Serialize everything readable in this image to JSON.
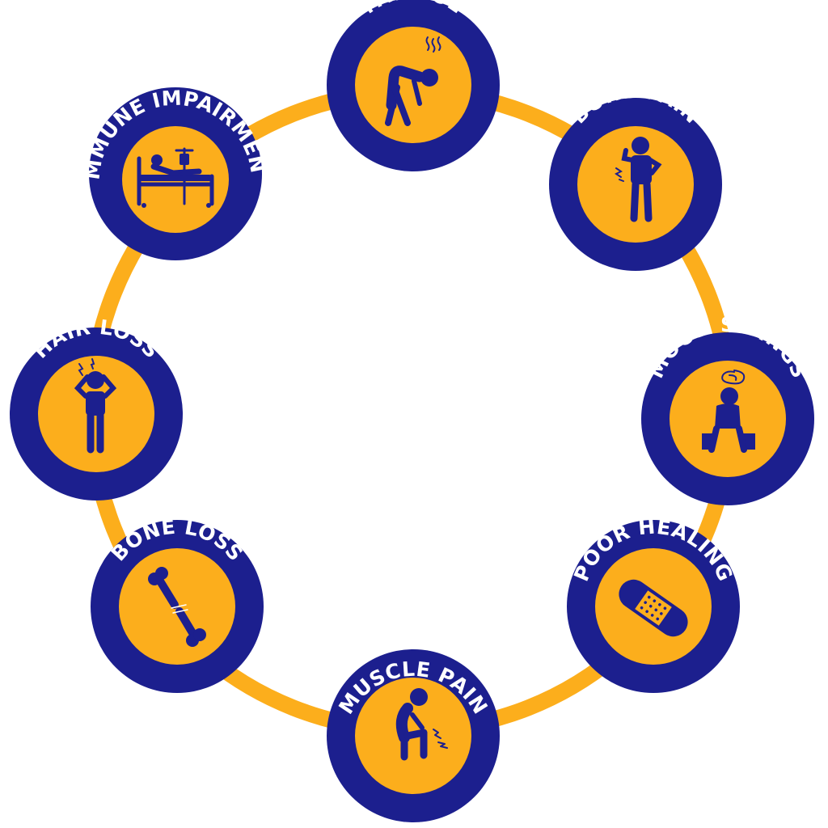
{
  "colors": {
    "navy": "#1c1f8e",
    "orange": "#fcae1c",
    "white": "#ffffff"
  },
  "nodes": [
    {
      "label": "FATIGUE",
      "icon": "fatigue-icon"
    },
    {
      "label": "BONE PAIN",
      "icon": "bone-pain-icon"
    },
    {
      "label": "MOOD SWINGS",
      "icon": "mood-swings-icon"
    },
    {
      "label": "POOR HEALING",
      "icon": "bandage-icon"
    },
    {
      "label": "MUSCLE PAIN",
      "icon": "muscle-pain-icon"
    },
    {
      "label": "BONE LOSS",
      "icon": "broken-bone-icon"
    },
    {
      "label": "HAIR LOSS",
      "icon": "hair-loss-icon"
    },
    {
      "label": "IMMUNE IMPAIRMENT",
      "icon": "hospital-bed-icon"
    }
  ]
}
